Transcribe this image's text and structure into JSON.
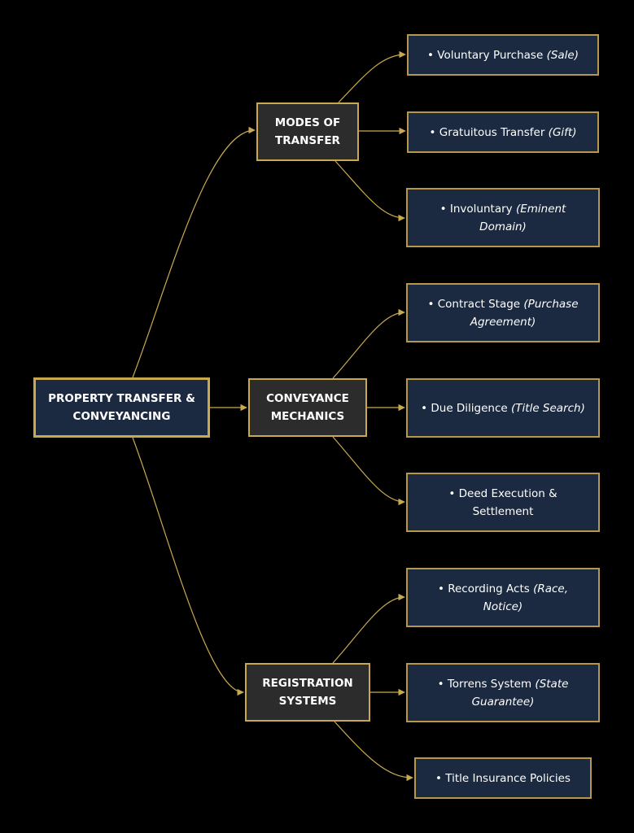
{
  "colors": {
    "background": "#000000",
    "root_fill": "#1b2a40",
    "mid_fill": "#2c2c2c",
    "leaf_fill": "#1b2a40",
    "border": "#c9a94f",
    "edge": "#c9a94f",
    "text": "#ffffff"
  },
  "root": {
    "label": "PROPERTY TRANSFER & CONVEYANCING"
  },
  "branches": [
    {
      "label": "MODES OF TRANSFER",
      "leaves": [
        {
          "main": "• Voluntary Purchase",
          "detail": "(Sale)"
        },
        {
          "main": "• Gratuitous Transfer",
          "detail": "(Gift)"
        },
        {
          "main": "• Involuntary",
          "detail": "(Eminent Domain)"
        }
      ]
    },
    {
      "label": "CONVEYANCE MECHANICS",
      "leaves": [
        {
          "main": "• Contract Stage",
          "detail": "(Purchase Agreement)"
        },
        {
          "main": "• Due Diligence",
          "detail": "(Title Search)"
        },
        {
          "main": "• Deed Execution & Settlement",
          "detail": ""
        }
      ]
    },
    {
      "label": "REGISTRATION SYSTEMS",
      "leaves": [
        {
          "main": "• Recording Acts",
          "detail": "(Race, Notice)"
        },
        {
          "main": "• Torrens System",
          "detail": "(State Guarantee)"
        },
        {
          "main": "• Title Insurance Policies",
          "detail": ""
        }
      ]
    }
  ]
}
